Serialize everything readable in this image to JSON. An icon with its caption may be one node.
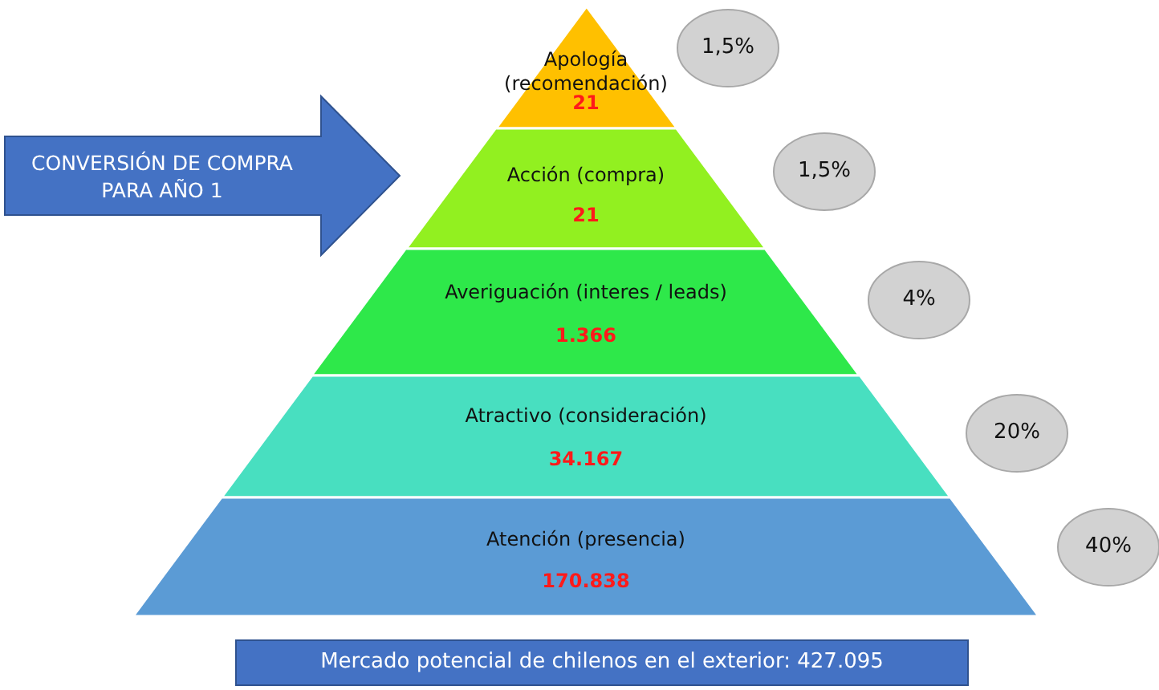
{
  "diagram": {
    "nodes": [
      {
        "text": [
          "Apología (recomendación)",
          "21"
        ]
      },
      {
        "text": [
          "Acción (compra)",
          "21"
        ]
      },
      {
        "text": [
          "Averiguación (interes / leads)",
          "1.366"
        ]
      },
      {
        "text": [
          "Atractivo (consideración)",
          "34.167"
        ]
      },
      {
        "text": [
          "Atención (presencia)",
          "170.838"
        ]
      },
      {
        "text": [
          "1,5%"
        ]
      },
      {
        "text": [
          "1,5%"
        ]
      },
      {
        "text": [
          "4%"
        ]
      },
      {
        "text": [
          "20%"
        ]
      },
      {
        "text": [
          "40%"
        ]
      },
      {
        "text": [
          "CONVERSIÓN DE COMPRA PARA AÑO 1"
        ]
      },
      {
        "text": [
          "Mercado potencial de chilenos en el exterior: 427.095"
        ]
      }
    ]
  }
}
